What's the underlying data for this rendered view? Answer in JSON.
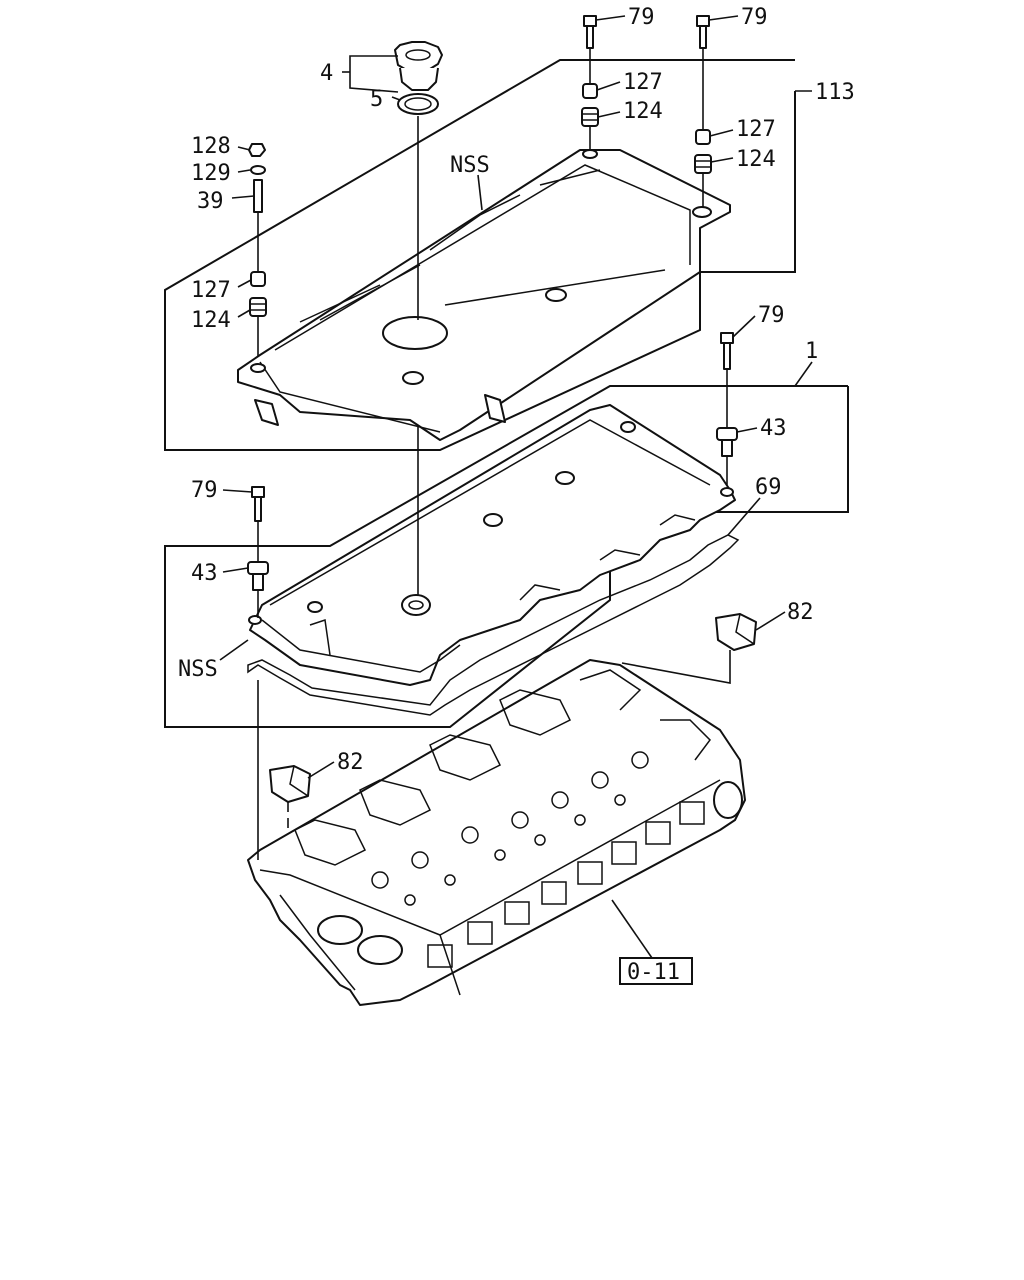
{
  "callouts": {
    "filler_cap": "4",
    "cap_gasket": "5",
    "nut_128": "128",
    "washer_129": "129",
    "stud_39": "39",
    "collar_127_left": "127",
    "grommet_124_left": "124",
    "bolt_79_top_a": "79",
    "bolt_79_top_b": "79",
    "collar_127_mid": "127",
    "grommet_124_mid": "124",
    "collar_127_right": "127",
    "grommet_124_right": "124",
    "cover_assembly_113": "113",
    "nss_top": "NSS",
    "bolt_79_right": "79",
    "head_cover_1": "1",
    "bolt_43_right": "43",
    "gasket_69": "69",
    "bolt_79_left": "79",
    "bolt_43_left": "43",
    "nss_lower": "NSS",
    "plug_82_right": "82",
    "plug_82_left": "82",
    "cylinder_head_ref": "0-11"
  }
}
